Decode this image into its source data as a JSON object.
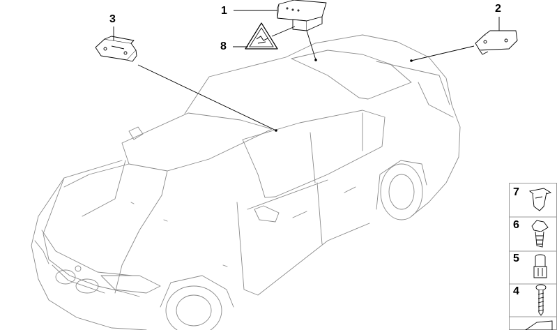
{
  "callouts": {
    "c1": "1",
    "c2": "2",
    "c3": "3",
    "c8": "8"
  },
  "side_parts": [
    {
      "number": "7",
      "icon": "push-clip-icon"
    },
    {
      "number": "6",
      "icon": "expanding-rivet-icon"
    },
    {
      "number": "5",
      "icon": "spreader-nut-icon"
    },
    {
      "number": "4",
      "icon": "screw-icon"
    },
    {
      "number": "",
      "icon": "cut-corner-bracket-icon"
    }
  ],
  "colors": {
    "line": "#000000",
    "panel_border": "#9a9a9a",
    "car_outline": "#8a8a8a"
  }
}
